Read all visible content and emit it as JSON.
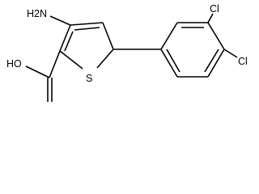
{
  "molecule": {
    "atoms": {
      "amino": "H2N",
      "hydroxyl": "HO",
      "sulfur": "S",
      "chloro_upper": "Cl",
      "chloro_lower": "Cl"
    }
  }
}
